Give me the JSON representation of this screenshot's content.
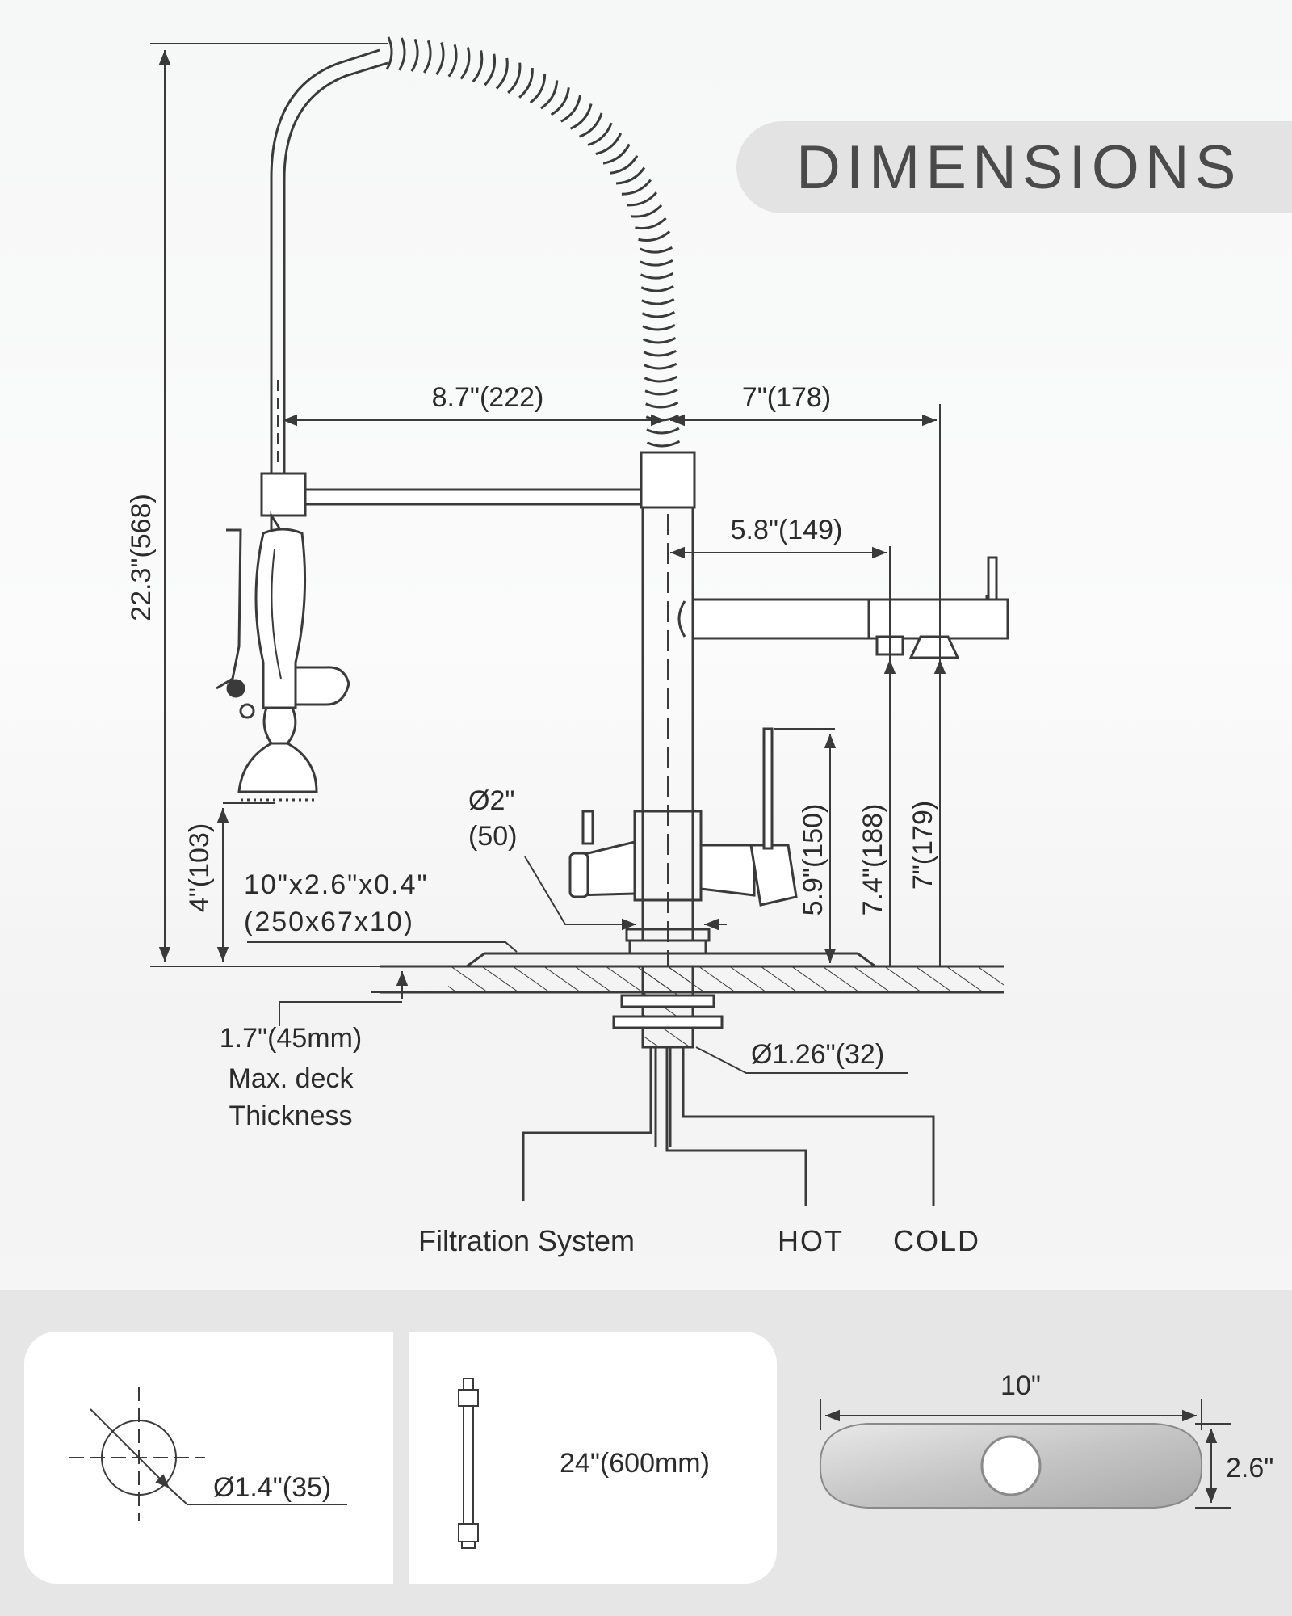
{
  "header": {
    "title": "DIMENSIONS"
  },
  "dimensions": {
    "total_height": "22.3\"(568)",
    "spout_reach": "8.7\"(222)",
    "filter_reach": "7\"(178)",
    "filter_spout_reach": "5.8\"(149)",
    "handle_height": "5.9\"(150)",
    "filter_outlet_height_1": "7.4\"(188)",
    "filter_outlet_height_2": "7\"(179)",
    "sprayer_height": "4\"(103)",
    "base_diameter_line1": "Ø2\"",
    "base_diameter_line2": "(50)",
    "deck_plate_line1": "10\"x2.6\"x0.4\"",
    "deck_plate_line2": "(250x67x10)",
    "deck_thickness": "1.7\"(45mm)",
    "deck_thickness_note_line1": "Max. deck",
    "deck_thickness_note_line2": "Thickness",
    "shank_diameter": "Ø1.26\"(32)"
  },
  "connections": {
    "filtration": "Filtration System",
    "hot": "HOT",
    "cold": "COLD"
  },
  "accessories": {
    "hole_diameter": "Ø1.4\"(35)",
    "hose_length": "24\"(600mm)",
    "plate_width": "10\"",
    "plate_height": "2.6\""
  },
  "colors": {
    "line": "#3a3a3a",
    "text": "#2b2b2b",
    "title_pill": "#e3e3e3",
    "bottom_band": "#e6e6e6"
  }
}
